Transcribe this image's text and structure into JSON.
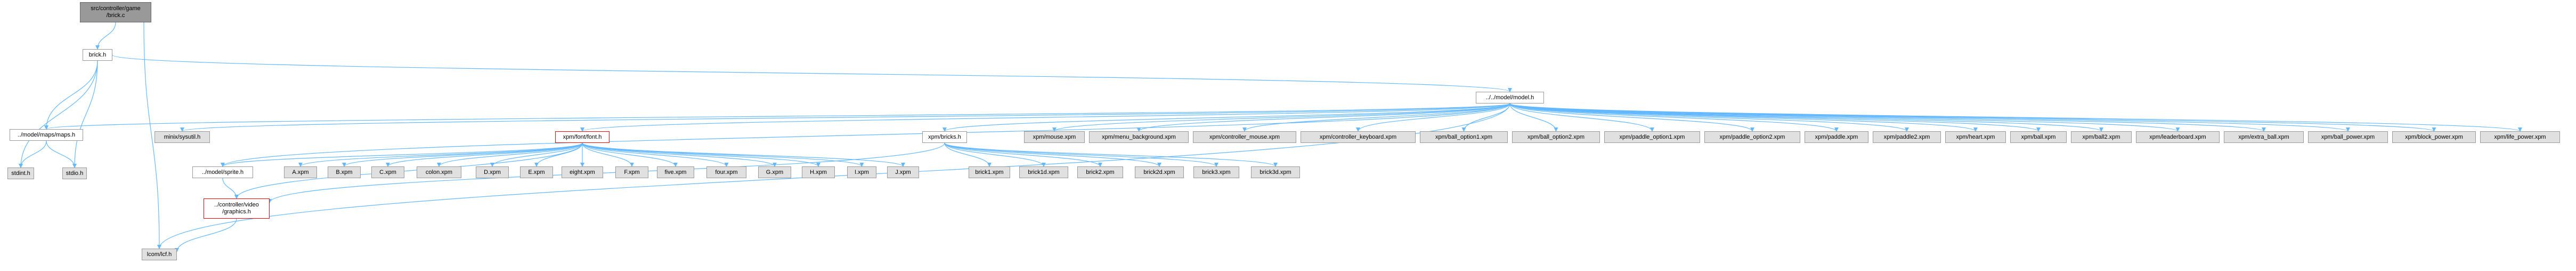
{
  "nodes": {
    "root": "src/controller/game\n/brick.c",
    "brick_h": "brick.h",
    "model_h": "../../model/model.h",
    "maps_h": "../model/maps/maps.h",
    "minix_sysutil_h": "minix/sysutil.h",
    "stdint_h": "stdint.h",
    "stdio_h": "stdio.h",
    "font_h": "xpm/font/font.h",
    "sprite_h": "../model/sprite.h",
    "graphics_h": "../controller/video\n/graphics.h",
    "lcom_lcf_h": "lcom/lcf.h",
    "bricks_h": "xpm/bricks.h",
    "font_xpms": [
      "A.xpm",
      "B.xpm",
      "C.xpm",
      "colon.xpm",
      "D.xpm",
      "E.xpm",
      "eight.xpm",
      "F.xpm",
      "five.xpm",
      "four.xpm",
      "G.xpm",
      "H.xpm",
      "I.xpm",
      "J.xpm"
    ],
    "brick_xpms": [
      "brick1.xpm",
      "brick1d.xpm",
      "brick2.xpm",
      "brick2d.xpm",
      "brick3.xpm",
      "brick3d.xpm"
    ],
    "model_xpms": [
      "xpm/mouse.xpm",
      "xpm/menu_background.xpm",
      "xpm/controller_mouse.xpm",
      "xpm/controller_keyboard.xpm",
      "xpm/ball_option1.xpm",
      "xpm/ball_option2.xpm",
      "xpm/paddle_option1.xpm",
      "xpm/paddle_option2.xpm",
      "xpm/paddle.xpm",
      "xpm/paddle2.xpm",
      "xpm/heart.xpm",
      "xpm/ball.xpm",
      "xpm/ball2.xpm",
      "xpm/leaderboard.xpm",
      "xpm/extra_ball.xpm",
      "xpm/ball_power.xpm",
      "xpm/block_power.xpm",
      "xpm/life_power.xpm"
    ]
  },
  "colors": {
    "edge": "#63b8ff",
    "root_fill": "#999999",
    "gray_fill": "#e0e0e0",
    "highlight_border": "#ff0000"
  }
}
